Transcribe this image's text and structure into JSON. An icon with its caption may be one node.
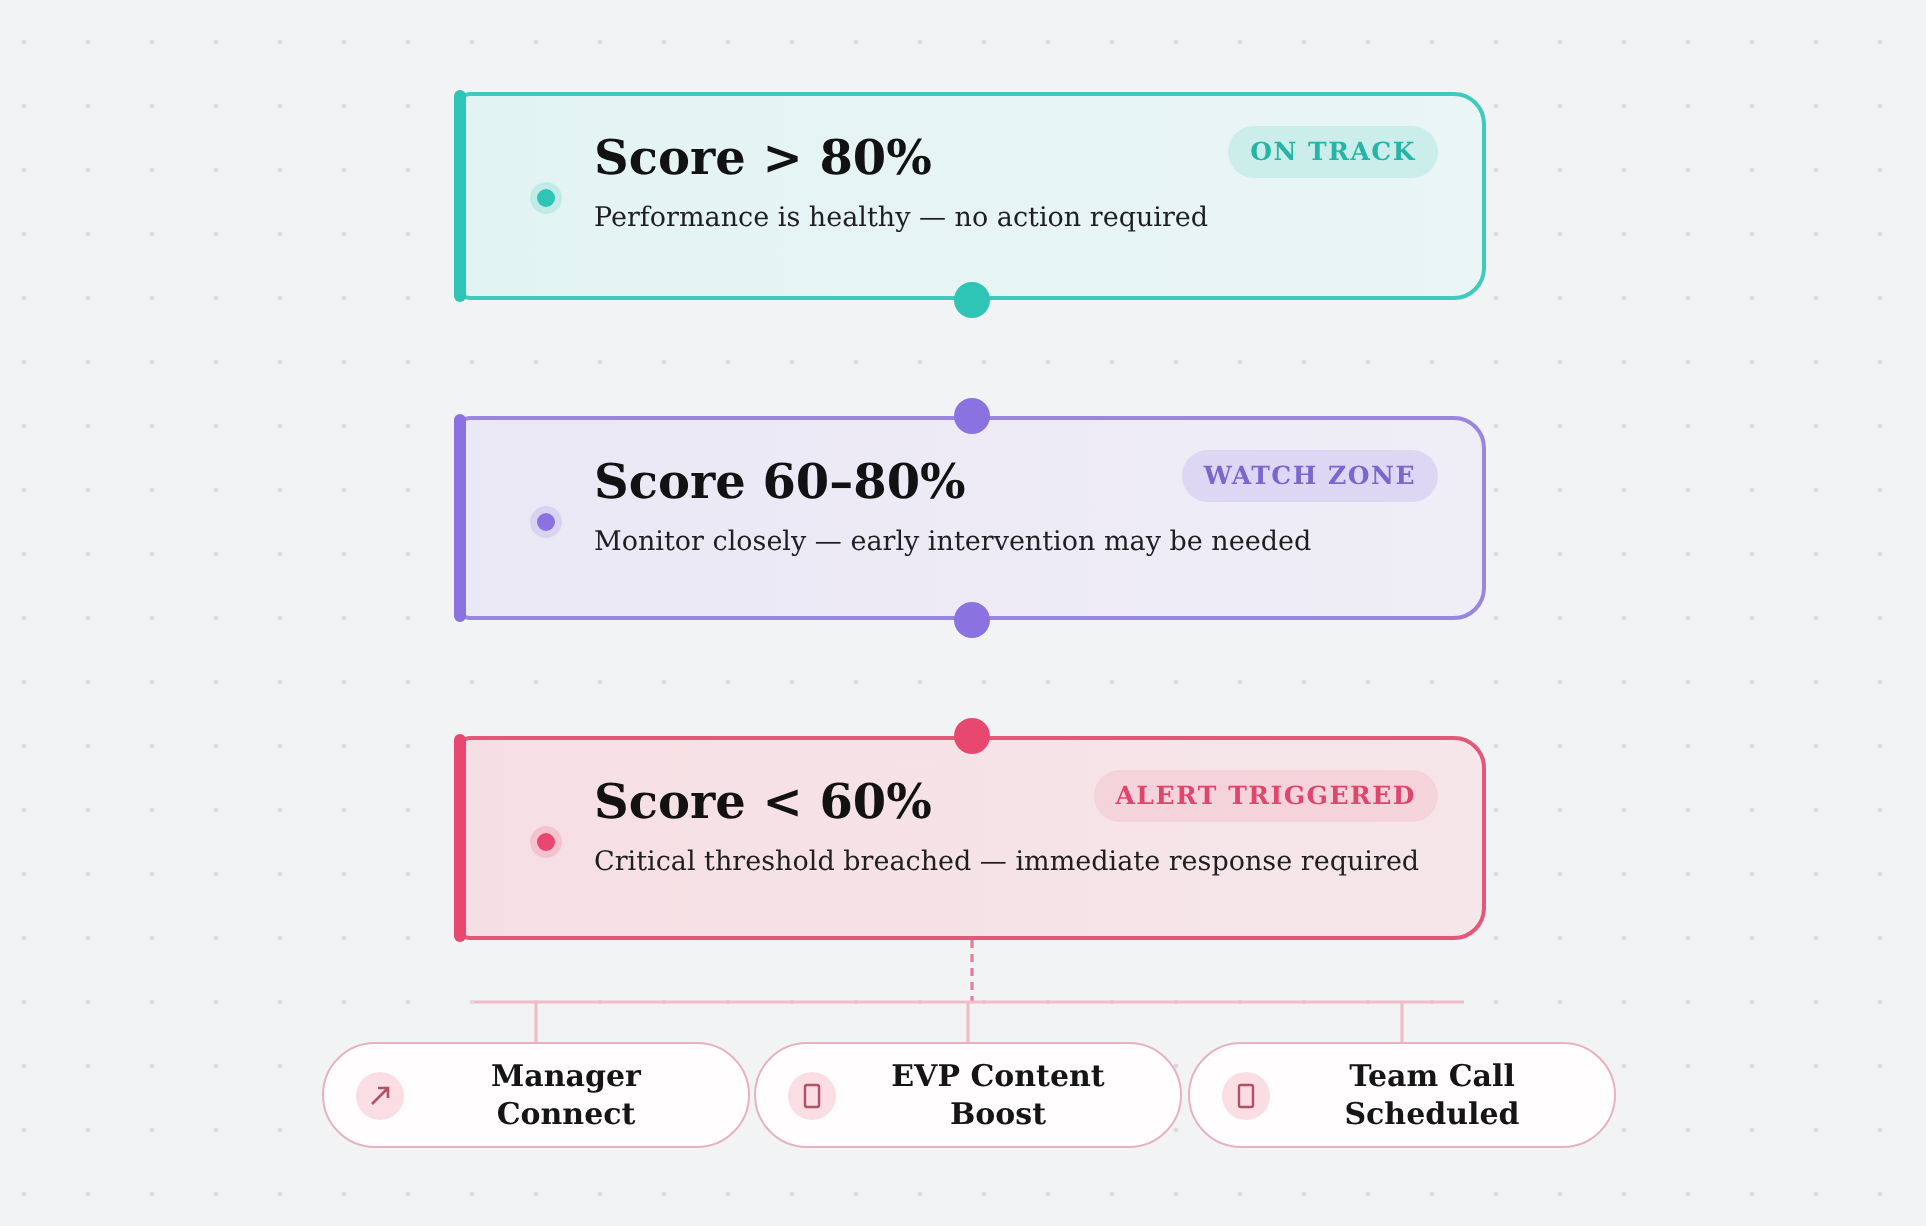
{
  "diagram": {
    "nodes": [
      {
        "text": [
          "Score > 80%",
          "Performance is healthy — no action required"
        ]
      },
      {
        "text": [
          "ON TRACK"
        ],
        "in": 0
      },
      {
        "text": [
          "Score 60–80%",
          "Monitor closely — early intervention may be needed"
        ]
      },
      {
        "text": [
          "WATCH ZONE"
        ],
        "in": 2
      },
      {
        "text": [
          "Score < 60%",
          "Critical threshold breached — immediate response required"
        ]
      },
      {
        "text": [
          "ALERT TRIGGERED"
        ],
        "in": 4
      },
      {
        "text": [
          "Manager Connect"
        ]
      },
      {
        "text": [
          "EVP Content Boost"
        ]
      },
      {
        "text": [
          "Team Call Scheduled"
        ]
      }
    ],
    "edges": [
      {
        "from": 4,
        "to": 6,
        "arrow": "none"
      },
      {
        "from": 4,
        "to": 7,
        "arrow": "none"
      },
      {
        "from": 4,
        "to": 8,
        "arrow": "none"
      }
    ]
  }
}
